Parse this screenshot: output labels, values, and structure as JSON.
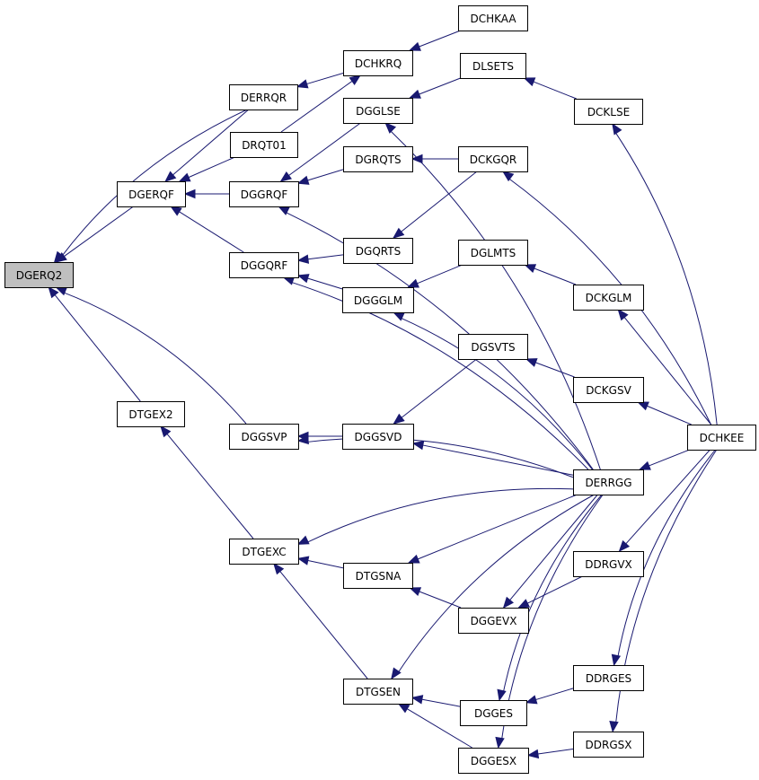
{
  "graph": {
    "nodes": [
      {
        "id": "DGERQ2",
        "label": "DGERQ2",
        "root": true
      },
      {
        "id": "DERRQR",
        "label": "DERRQR"
      },
      {
        "id": "DCHKRQ",
        "label": "DCHKRQ"
      },
      {
        "id": "DCHKAA",
        "label": "DCHKAA"
      },
      {
        "id": "DRQT01",
        "label": "DRQT01"
      },
      {
        "id": "DGERQF",
        "label": "DGERQF"
      },
      {
        "id": "DGGRQF",
        "label": "DGGRQF"
      },
      {
        "id": "DGGLSE",
        "label": "DGGLSE"
      },
      {
        "id": "DLSETS",
        "label": "DLSETS"
      },
      {
        "id": "DCKLSE",
        "label": "DCKLSE"
      },
      {
        "id": "DGRQTS",
        "label": "DGRQTS"
      },
      {
        "id": "DCKGQR",
        "label": "DCKGQR"
      },
      {
        "id": "DGGQRF",
        "label": "DGGQRF"
      },
      {
        "id": "DGQRTS",
        "label": "DGQRTS"
      },
      {
        "id": "DGLMTS",
        "label": "DGLMTS"
      },
      {
        "id": "DGGGLM",
        "label": "DGGGLM"
      },
      {
        "id": "DCKGLM",
        "label": "DCKGLM"
      },
      {
        "id": "DGSVTS",
        "label": "DGSVTS"
      },
      {
        "id": "DCKGSV",
        "label": "DCKGSV"
      },
      {
        "id": "DTGEX2",
        "label": "DTGEX2"
      },
      {
        "id": "DGGSVP",
        "label": "DGGSVP"
      },
      {
        "id": "DGGSVD",
        "label": "DGGSVD"
      },
      {
        "id": "DCHKEE",
        "label": "DCHKEE"
      },
      {
        "id": "DERRGG",
        "label": "DERRGG"
      },
      {
        "id": "DTGEXC",
        "label": "DTGEXC"
      },
      {
        "id": "DTGSNA",
        "label": "DTGSNA"
      },
      {
        "id": "DDRGVX",
        "label": "DDRGVX"
      },
      {
        "id": "DGGEVX",
        "label": "DGGEVX"
      },
      {
        "id": "DDRGES",
        "label": "DDRGES"
      },
      {
        "id": "DTGSEN",
        "label": "DTGSEN"
      },
      {
        "id": "DGGES",
        "label": "DGGES"
      },
      {
        "id": "DDRGSX",
        "label": "DDRGSX"
      },
      {
        "id": "DGGESX",
        "label": "DGGESX"
      }
    ],
    "edges": [
      [
        "DERRQR",
        "DGERQ2"
      ],
      [
        "DGERQF",
        "DGERQ2"
      ],
      [
        "DTGEX2",
        "DGERQ2"
      ],
      [
        "DGGSVP",
        "DGERQ2"
      ],
      [
        "DCHKRQ",
        "DERRQR"
      ],
      [
        "DCHKAA",
        "DCHKRQ"
      ],
      [
        "DRQT01",
        "DCHKRQ"
      ],
      [
        "DERRQR",
        "DGERQF"
      ],
      [
        "DRQT01",
        "DGERQF"
      ],
      [
        "DGGRQF",
        "DGERQF"
      ],
      [
        "DGGQRF",
        "DGERQF"
      ],
      [
        "DGGLSE",
        "DGGRQF"
      ],
      [
        "DGRQTS",
        "DGGRQF"
      ],
      [
        "DERRGG",
        "DGGRQF"
      ],
      [
        "DLSETS",
        "DGGLSE"
      ],
      [
        "DERRGG",
        "DGGLSE"
      ],
      [
        "DCKLSE",
        "DLSETS"
      ],
      [
        "DCHKEE",
        "DCKLSE"
      ],
      [
        "DCKGQR",
        "DGRQTS"
      ],
      [
        "DCHKEE",
        "DCKGQR"
      ],
      [
        "DCKGQR",
        "DGQRTS"
      ],
      [
        "DGQRTS",
        "DGGQRF"
      ],
      [
        "DGGGLM",
        "DGGQRF"
      ],
      [
        "DERRGG",
        "DGGQRF"
      ],
      [
        "DGLMTS",
        "DGGGLM"
      ],
      [
        "DERRGG",
        "DGGGLM"
      ],
      [
        "DCKGLM",
        "DGLMTS"
      ],
      [
        "DCHKEE",
        "DCKGLM"
      ],
      [
        "DCKGSV",
        "DGSVTS"
      ],
      [
        "DCHKEE",
        "DCKGSV"
      ],
      [
        "DGSVTS",
        "DGGSVD"
      ],
      [
        "DERRGG",
        "DGGSVD"
      ],
      [
        "DGGSVD",
        "DGGSVP"
      ],
      [
        "DERRGG",
        "DGGSVP"
      ],
      [
        "DTGEXC",
        "DTGEX2"
      ],
      [
        "DCHKEE",
        "DERRGG"
      ],
      [
        "DERRGG",
        "DTGEXC"
      ],
      [
        "DTGSNA",
        "DTGEXC"
      ],
      [
        "DTGSEN",
        "DTGEXC"
      ],
      [
        "DERRGG",
        "DTGSNA"
      ],
      [
        "DGGEVX",
        "DTGSNA"
      ],
      [
        "DCHKEE",
        "DDRGVX"
      ],
      [
        "DDRGVX",
        "DGGEVX"
      ],
      [
        "DERRGG",
        "DGGEVX"
      ],
      [
        "DCHKEE",
        "DDRGES"
      ],
      [
        "DDRGES",
        "DGGES"
      ],
      [
        "DERRGG",
        "DGGES"
      ],
      [
        "DERRGG",
        "DTGSEN"
      ],
      [
        "DGGES",
        "DTGSEN"
      ],
      [
        "DGGESX",
        "DTGSEN"
      ],
      [
        "DCHKEE",
        "DDRGSX"
      ],
      [
        "DDRGSX",
        "DGGESX"
      ],
      [
        "DERRGG",
        "DGGESX"
      ]
    ]
  }
}
